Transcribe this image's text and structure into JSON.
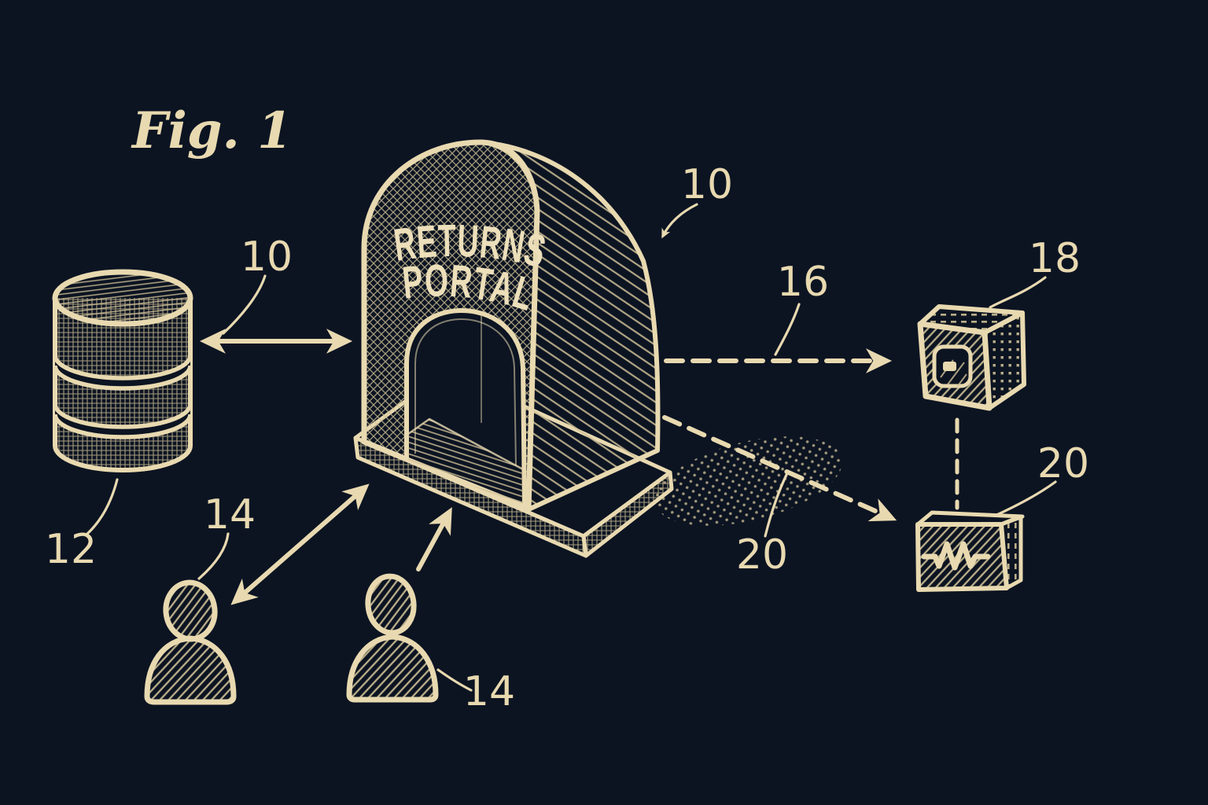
{
  "figure_label": "Fig. 1",
  "colors": {
    "background": "#0c1422",
    "ink": "#e8d9b0",
    "hatch": "#cfc096"
  },
  "portal": {
    "icon": "arch-gateway-icon",
    "title_line1": "RETURNS",
    "title_line2": "PORTAL",
    "ref_label": "10"
  },
  "database": {
    "icon": "database-cylinder-icon",
    "ref_label": "12"
  },
  "users": {
    "icon": "person-bust-icon",
    "left_ref_label": "14",
    "right_ref_label": "14"
  },
  "package_box": {
    "icon": "cube-scanner-icon",
    "ref_label": "18"
  },
  "monitor_box": {
    "icon": "waveform-box-icon",
    "ref_label": "20"
  },
  "links": {
    "db_portal_ref_label": "10",
    "portal_package_ref_label": "16",
    "portal_monitor_ref_label": "20"
  }
}
